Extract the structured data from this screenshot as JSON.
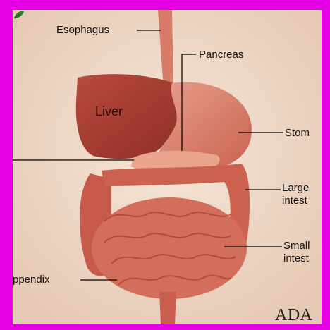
{
  "labels": {
    "esophagus": "Esophagus",
    "pancreas": "Pancreas",
    "liver": "Liver",
    "stomach": "Stom",
    "large_line1": "Large",
    "large_line2": "intest",
    "small_line1": "Small",
    "small_line2": "intest",
    "appendix": "ppendix"
  },
  "logo": "ADA",
  "colors": {
    "frame": "#e600e6",
    "skin": "#f2e2d4",
    "organ": "#c8574a",
    "organ_light": "#e08a78",
    "leader": "#000000"
  },
  "icons": {
    "logo_mark": "leaf-icon"
  }
}
